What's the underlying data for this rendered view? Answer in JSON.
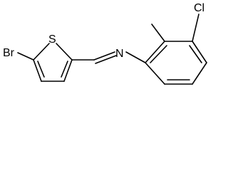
{
  "molecule": {
    "atoms": {
      "br": "Br",
      "s": "S",
      "n": "N",
      "cl": "Cl"
    }
  }
}
